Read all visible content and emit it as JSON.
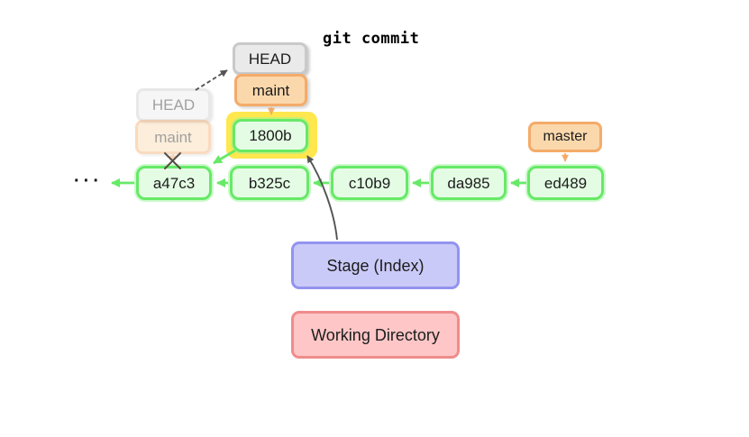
{
  "title": "git commit",
  "graph": {
    "ellipsis": "···",
    "current_head": {
      "head_label": "HEAD",
      "branch_label": "maint"
    },
    "previous_head": {
      "head_label": "HEAD",
      "branch_label": "maint"
    },
    "master_label": "master",
    "new_commit": {
      "label": "1800b"
    },
    "commits": [
      {
        "label": "a47c3"
      },
      {
        "label": "b325c"
      },
      {
        "label": "c10b9"
      },
      {
        "label": "da985"
      },
      {
        "label": "ed489"
      }
    ]
  },
  "areas": {
    "stage_label": "Stage (Index)",
    "working_directory_label": "Working Directory"
  },
  "colors": {
    "commit_border": "#67e967",
    "commit_fill": "#e4fce4",
    "branch_border": "#f4ab69",
    "branch_fill": "#fbd8ac",
    "head_border": "#c9c9c9",
    "head_fill": "#eaeaea",
    "highlight_yellow": "#ffe74d",
    "stage_border": "#9393f0",
    "stage_fill": "#cacaf8",
    "working_dir_border": "#f08c8c",
    "working_dir_fill": "#fec6c6",
    "arrow_dark": "#545454"
  }
}
